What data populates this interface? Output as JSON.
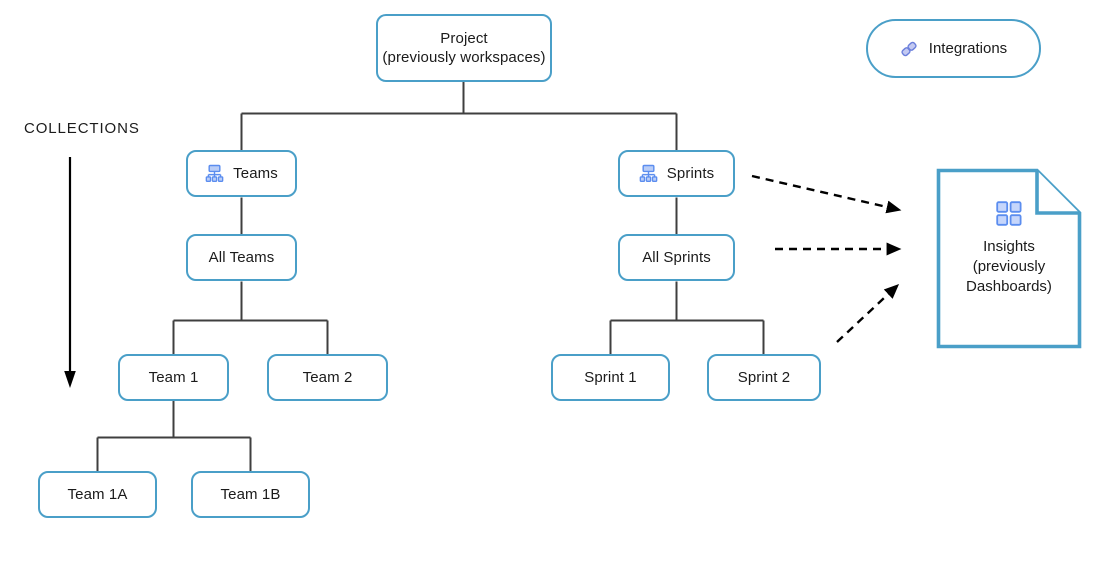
{
  "diagram": {
    "title_free_text": "COLLECTIONS",
    "colors": {
      "node_border": "#4a9fc8",
      "connector": "#3f3f3f",
      "dashed_arrow": "#000000",
      "icon_blue": "#5b8def",
      "icon_periwinkle": "#6b7fdb",
      "text": "#1b1b1b",
      "background": "#ffffff"
    },
    "nodes": {
      "project": {
        "label": "Project\n(previously workspaces)"
      },
      "teams": {
        "label": "Teams",
        "icon": "org-chart-icon"
      },
      "all_teams": {
        "label": "All Teams"
      },
      "team_1": {
        "label": "Team 1"
      },
      "team_2": {
        "label": "Team 2"
      },
      "team_1a": {
        "label": "Team 1A"
      },
      "team_1b": {
        "label": "Team 1B"
      },
      "sprints": {
        "label": "Sprints",
        "icon": "org-chart-icon"
      },
      "all_sprints": {
        "label": "All Sprints"
      },
      "sprint_1": {
        "label": "Sprint 1"
      },
      "sprint_2": {
        "label": "Sprint 2"
      },
      "integrations": {
        "label": "Integrations",
        "icon": "link-icon"
      },
      "insights": {
        "label": "Insights\n(previously\nDashboards)",
        "icon": "grid-dashboard-icon"
      }
    },
    "annotations": {
      "collections": {
        "label": "COLLECTIONS",
        "arrow": "down-arrow"
      }
    }
  }
}
